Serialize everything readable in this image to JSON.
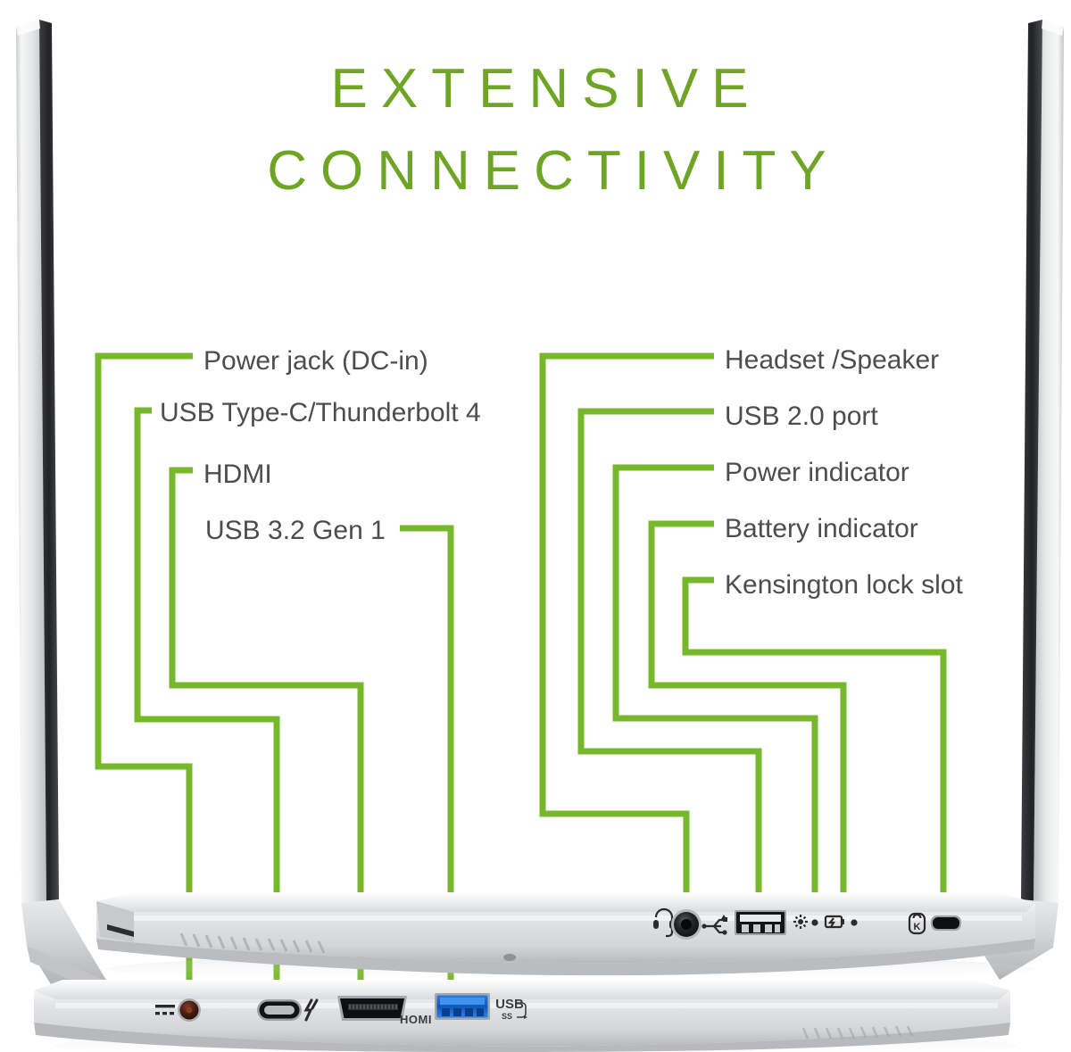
{
  "page": {
    "title_line1": "EXTENSIVE",
    "title_line2": "CONNECTIVITY",
    "background": "#ffffff",
    "accent_green": "#76b82a",
    "title_green": "#6fa524",
    "label_color": "#4d4d4d"
  },
  "callouts_left": [
    {
      "id": "power-jack",
      "label": "Power jack (DC-in)",
      "icon": "dc-in-icon"
    },
    {
      "id": "usb-c",
      "label": "USB Type-C/Thunderbolt 4",
      "icon": "thunderbolt-icon"
    },
    {
      "id": "hdmi",
      "label": "HDMI",
      "icon": "hdmi-icon"
    },
    {
      "id": "usb32",
      "label": "USB 3.2 Gen 1",
      "icon": "usb-icon"
    }
  ],
  "callouts_right": [
    {
      "id": "headset",
      "label": "Headset /Speaker",
      "icon": "headset-icon"
    },
    {
      "id": "usb20",
      "label": "USB 2.0 port",
      "icon": "usb-trident-icon"
    },
    {
      "id": "power-ind",
      "label": "Power indicator",
      "icon": "power-indicator-icon"
    },
    {
      "id": "battery-ind",
      "label": "Battery indicator",
      "icon": "battery-indicator-icon"
    },
    {
      "id": "kensington",
      "label": "Kensington lock slot",
      "icon": "lock-icon"
    }
  ],
  "port_marks": {
    "hdmi_text": "HOMI",
    "usb_text": "USB",
    "usb_ss": "SS"
  },
  "device": {
    "chassis_color": "#d8dadb",
    "chassis_light": "#f2f3f4",
    "chassis_dark": "#9fa3a6",
    "screen_edge": "#2f3133",
    "usb3_blue": "#1565c8",
    "port_black": "#141414"
  }
}
